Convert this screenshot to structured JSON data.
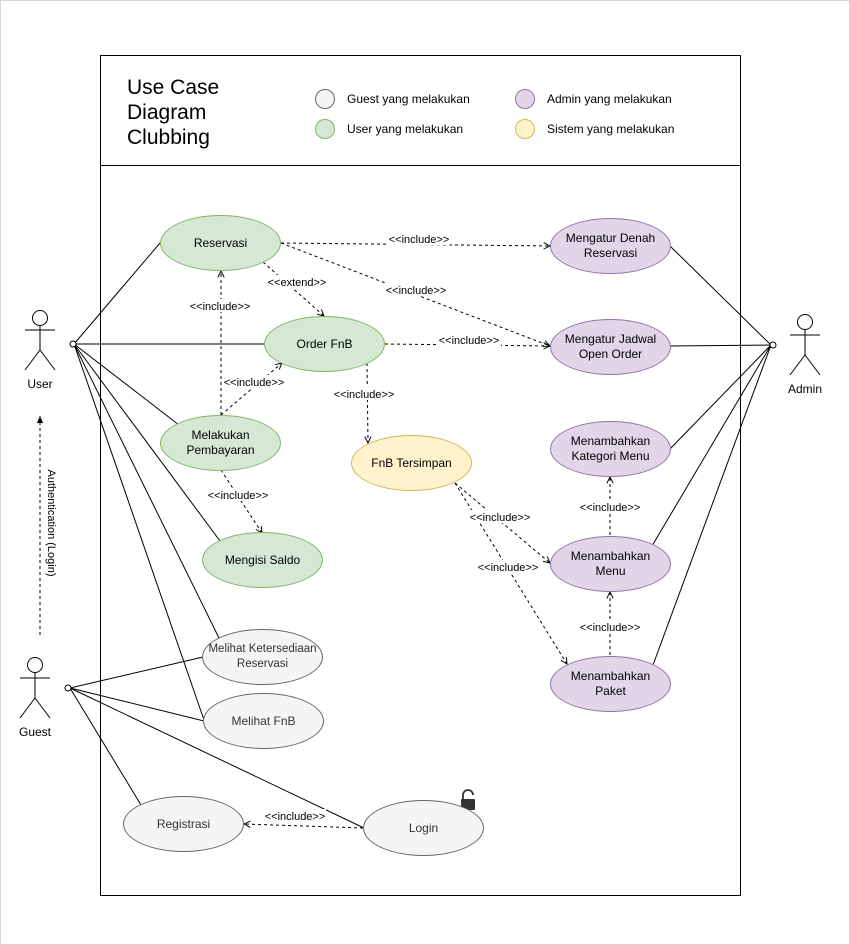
{
  "title": "Use Case Diagram Clubbing",
  "legend": {
    "guest": {
      "label": "Guest yang melakukan",
      "color": "#f5f5f5"
    },
    "user": {
      "label": "User yang melakukan",
      "color": "#d5e8d4"
    },
    "admin": {
      "label": "Admin yang melakukan",
      "color": "#e1d5e7"
    },
    "system": {
      "label": "Sistem yang melakukan",
      "color": "#fff2cc"
    }
  },
  "actors": {
    "user": "User",
    "guest": "Guest",
    "admin": "Admin"
  },
  "use_cases": {
    "reservasi": "Reservasi",
    "order_fnb": "Order FnB",
    "melakukan_pembayaran": "Melakukan Pembayaran",
    "mengisi_saldo": "Mengisi Saldo",
    "fnb_tersimpan": "FnB Tersimpan",
    "melihat_ketersediaan": "Melihat Ketersediaan Reservasi",
    "melihat_fnb": "Melihat FnB",
    "registrasi": "Registrasi",
    "login": "Login",
    "mengatur_denah": "Mengatur Denah Reservasi",
    "mengatur_jadwal": "Mengatur Jadwal Open Order",
    "menambahkan_kategori": "Menambahkan Kategori Menu",
    "menambahkan_menu": "Menambahkan Menu",
    "menambahkan_paket": "Menambahkan Paket"
  },
  "relations": {
    "include": "<<include>>",
    "extend": "<<extend>>",
    "authentication": "Authentication (Login)"
  }
}
